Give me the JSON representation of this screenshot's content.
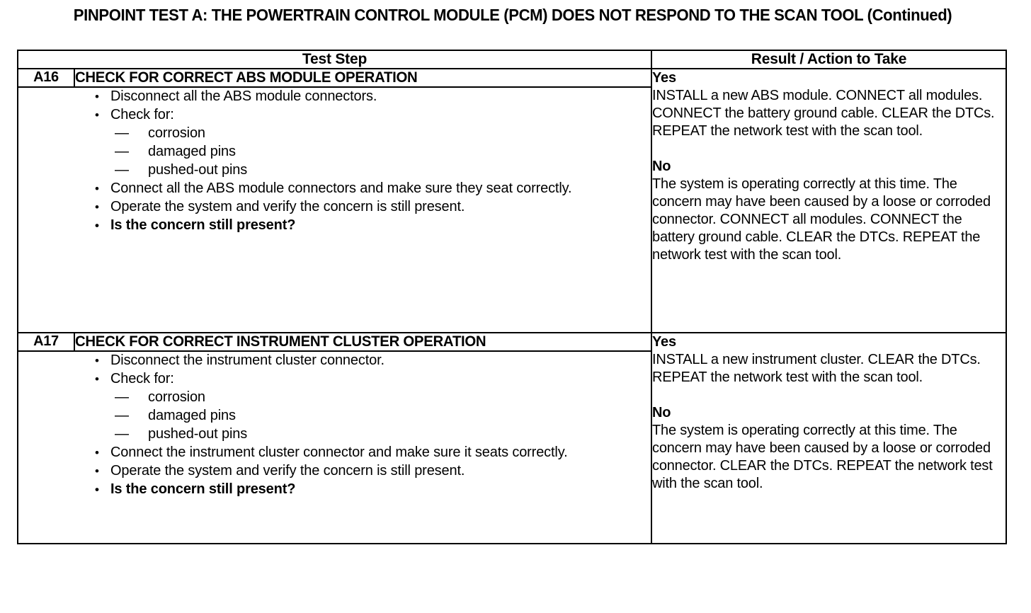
{
  "document": {
    "title": "PINPOINT TEST  A: THE POWERTRAIN CONTROL MODULE (PCM) DOES NOT RESPOND TO THE SCAN TOOL (Continued)"
  },
  "table": {
    "headers": {
      "test_step": "Test Step",
      "result_action": "Result / Action to Take"
    },
    "bullet_glyph": "•",
    "dash_glyph": "—",
    "steps": [
      {
        "id": "A16",
        "title": "CHECK FOR CORRECT ABS MODULE OPERATION",
        "items": [
          {
            "type": "bullet",
            "text": "Disconnect all the ABS module connectors.",
            "bold": false
          },
          {
            "type": "bullet",
            "text": "Check for:",
            "bold": false
          },
          {
            "type": "dash",
            "text": "corrosion"
          },
          {
            "type": "dash",
            "text": "damaged pins"
          },
          {
            "type": "dash",
            "text": "pushed-out pins"
          },
          {
            "type": "bullet",
            "text": "Connect all the ABS module connectors and make sure they seat correctly.",
            "bold": false
          },
          {
            "type": "bullet",
            "text": "Operate the system and verify the concern is still present.",
            "bold": false
          },
          {
            "type": "bullet",
            "text": "Is the concern still present?",
            "bold": true
          }
        ],
        "results": {
          "yes_label": "Yes",
          "yes_text": "INSTALL a new ABS module. CONNECT all modules. CONNECT the battery ground cable. CLEAR the DTCs. REPEAT the network test with the scan tool.",
          "no_label": "No",
          "no_text": "The system is operating correctly at this time. The concern may have been caused by a loose or corroded connector. CONNECT all modules. CONNECT the battery ground cable. CLEAR the DTCs. REPEAT the network test with the scan tool."
        }
      },
      {
        "id": "A17",
        "title": "CHECK FOR CORRECT INSTRUMENT CLUSTER OPERATION",
        "items": [
          {
            "type": "bullet",
            "text": "Disconnect the instrument cluster connector.",
            "bold": false
          },
          {
            "type": "bullet",
            "text": "Check for:",
            "bold": false
          },
          {
            "type": "dash",
            "text": "corrosion"
          },
          {
            "type": "dash",
            "text": "damaged pins"
          },
          {
            "type": "dash",
            "text": "pushed-out pins"
          },
          {
            "type": "bullet",
            "text": "Connect the instrument cluster connector and make sure it seats correctly.",
            "bold": false
          },
          {
            "type": "bullet",
            "text": "Operate the system and verify the concern is still present.",
            "bold": false
          },
          {
            "type": "bullet",
            "text": "Is the concern still present?",
            "bold": true
          }
        ],
        "results": {
          "yes_label": "Yes",
          "yes_text": "INSTALL a new instrument cluster. CLEAR the DTCs. REPEAT the network test with the scan tool.",
          "no_label": "No",
          "no_text": "The system is operating correctly at this time. The concern may have been caused by a loose or corroded connector. CLEAR the DTCs. REPEAT the network test with the scan tool."
        }
      }
    ]
  },
  "colors": {
    "ink": "#000000",
    "paper": "#ffffff"
  }
}
